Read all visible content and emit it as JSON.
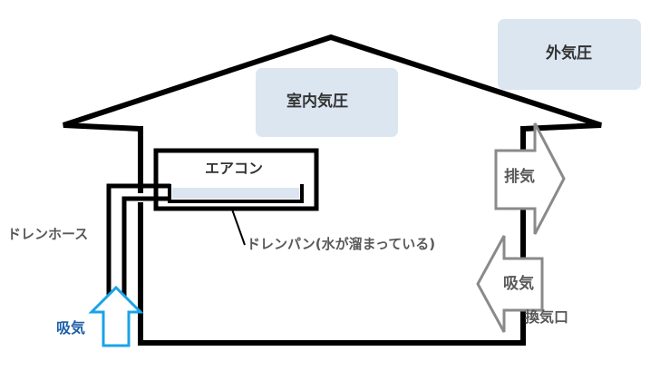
{
  "diagram": {
    "labels": {
      "outdoor_pressure": "外気圧",
      "indoor_pressure": "室内気圧",
      "aircon": "エアコン",
      "exhaust": "排気",
      "drain_hose": "ドレンホース",
      "drain_pan": "ドレンパン(水が溜まっている)",
      "intake_vent": "吸気",
      "intake_hose": "吸気",
      "vent_port": "換気口"
    },
    "colors": {
      "line": "#000000",
      "arrow_gray": "#8a8a8a",
      "arrow_blue": "#1aa3e8",
      "blue_text": "#1f5fa8",
      "text_gray": "#595959",
      "text_dark": "#333333",
      "pressure_box": "#dce6f1",
      "water": "#dce6f1"
    }
  }
}
